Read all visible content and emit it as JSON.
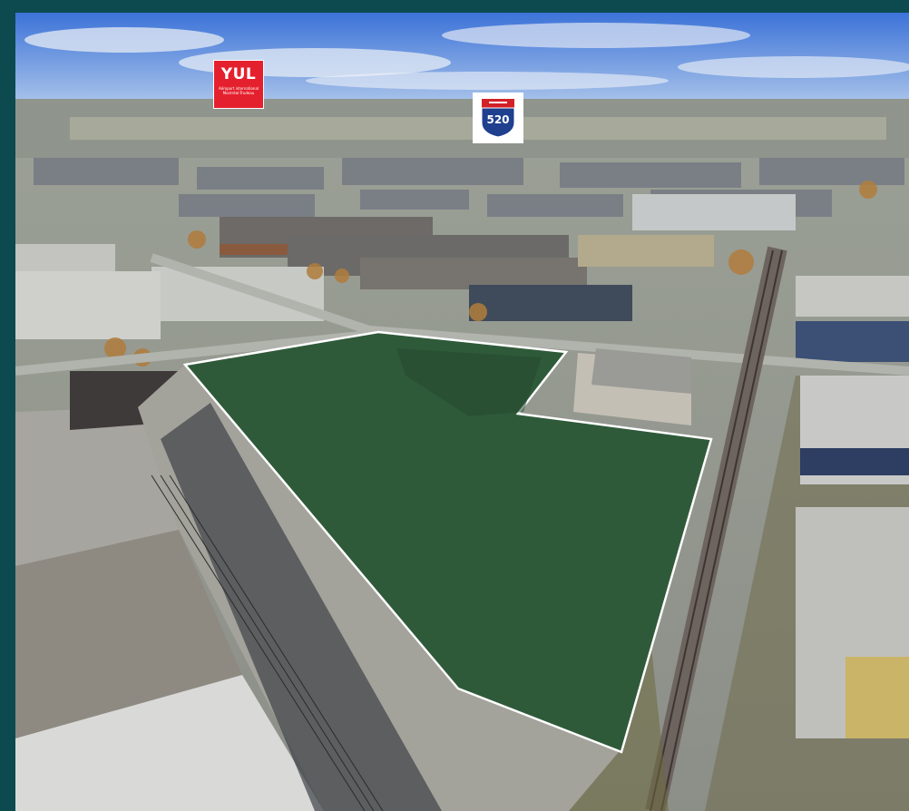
{
  "airport_badge": {
    "code": "YUL",
    "subtitle": "Aéroport international Montréal-Trudeau",
    "color": "#e5202e"
  },
  "highway_badge": {
    "number": "520",
    "colors": {
      "shield": "#1f3f8f",
      "cap": "#d32027"
    }
  },
  "colors": {
    "frame": "#0d4a4f",
    "lot_overlay": "#2f5a3a"
  }
}
